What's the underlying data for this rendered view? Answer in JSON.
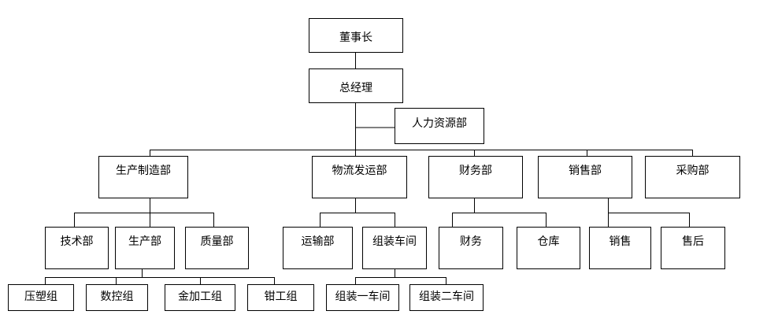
{
  "org_chart": {
    "nodes": {
      "chairman": "董事长",
      "gm": "总经理",
      "hr": "人力资源部",
      "production_mfg": "生产制造部",
      "logistics": "物流发运部",
      "finance_dept": "财务部",
      "sales_dept": "销售部",
      "purchasing": "采购部",
      "tech": "技术部",
      "production": "生产部",
      "quality": "质量部",
      "transport": "运输部",
      "assembly_workshop": "组装车间",
      "finance": "财务",
      "warehouse": "仓库",
      "sales": "销售",
      "after_sales": "售后",
      "molding_group": "压塑组",
      "cnc_group": "数控组",
      "metalworking_group": "金加工组",
      "fitter_group": "钳工组",
      "assembly_ws1": "组装一车间",
      "assembly_ws2": "组装二车间"
    }
  }
}
